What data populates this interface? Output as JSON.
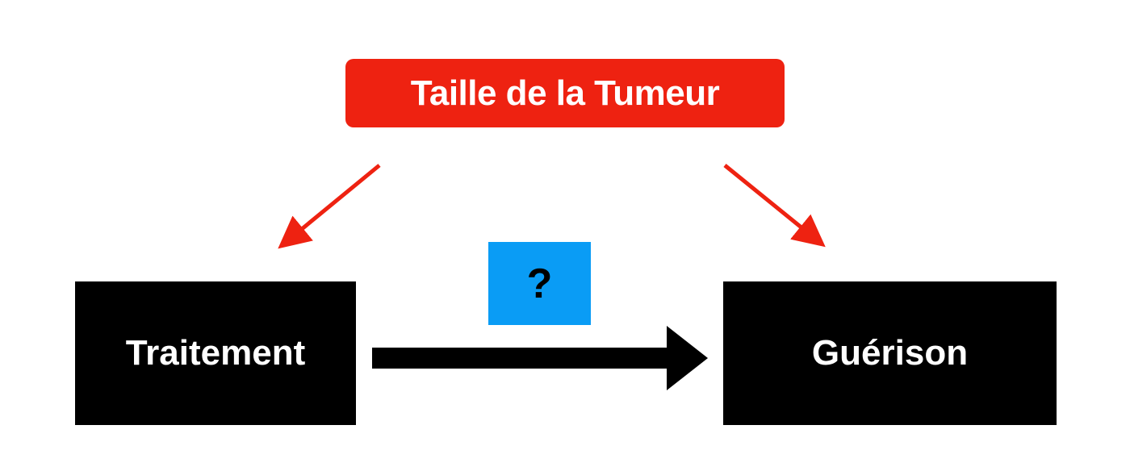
{
  "nodes": {
    "confounder": {
      "label": "Taille de la Tumeur"
    },
    "treatment": {
      "label": "Traitement"
    },
    "outcome": {
      "label": "Guérison"
    },
    "unknown_effect": {
      "label": "?"
    }
  },
  "colors": {
    "confounder_fill": "#ee2211",
    "node_fill": "#000000",
    "question_fill": "#0a9cf5",
    "confounder_arrow": "#ee2211",
    "main_arrow": "#000000",
    "background": "#ffffff"
  }
}
